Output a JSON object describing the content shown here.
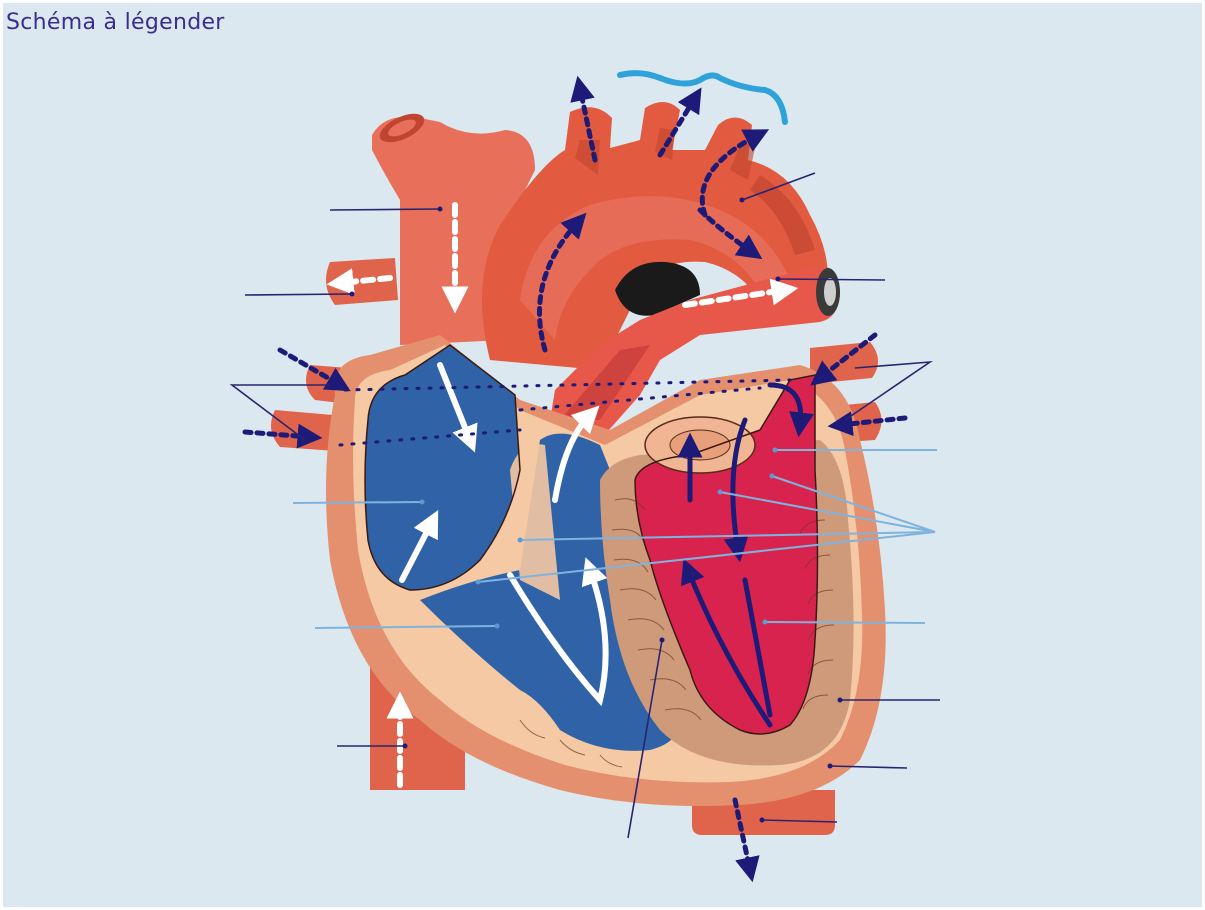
{
  "title": "Schéma à légender",
  "colors": {
    "background": "#dce8ef",
    "title_text": "#3a2d8c",
    "artery_red": "#e25a3f",
    "vessel_orange": "#e8705a",
    "deoxygenated_blue": "#2f62a6",
    "oxygenated_red": "#d9234f",
    "tissue_beige": "#f5c9a3",
    "myocardium_tan": "#cf9a7a",
    "outer_wall": "#e48f6e",
    "arrow_navy": "#1e1a78",
    "arrow_white": "#ffffff",
    "leader_dark": "#2a2470",
    "leader_light": "#7fb3dd",
    "brace_blue": "#2fa3d9"
  },
  "icons": [
    "heart-diagram",
    "flow-arrow",
    "label-leader-line",
    "brace-marker"
  ]
}
